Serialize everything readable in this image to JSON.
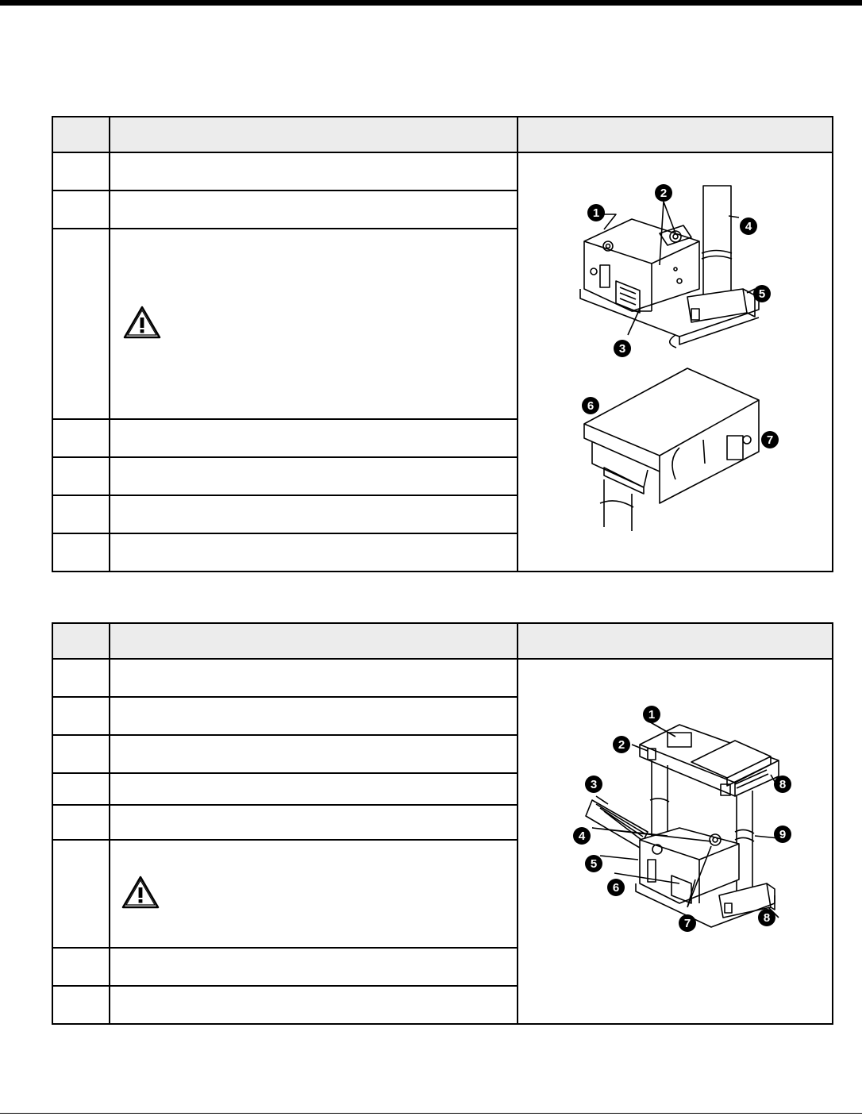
{
  "table1": {
    "header": {
      "step": "",
      "action": "",
      "illustration": ""
    },
    "rows": [
      {
        "num": "",
        "text": ""
      },
      {
        "num": "",
        "text": ""
      },
      {
        "num": "",
        "text": "",
        "warning_icon": "warning-triangle-icon"
      },
      {
        "num": "",
        "text": ""
      },
      {
        "num": "",
        "text": ""
      },
      {
        "num": "",
        "text": ""
      },
      {
        "num": "",
        "text": ""
      }
    ],
    "callouts": [
      "1",
      "2",
      "3",
      "4",
      "5",
      "6",
      "7"
    ]
  },
  "table2": {
    "header": {
      "step": "",
      "action": "",
      "illustration": ""
    },
    "rows": [
      {
        "num": "",
        "text": ""
      },
      {
        "num": "",
        "text": ""
      },
      {
        "num": "",
        "text": ""
      },
      {
        "num": "",
        "text": ""
      },
      {
        "num": "",
        "text": ""
      },
      {
        "num": "",
        "text": "",
        "warning_icon": "warning-triangle-icon"
      },
      {
        "num": "",
        "text": ""
      },
      {
        "num": "",
        "text": ""
      }
    ],
    "callouts": [
      "1",
      "2",
      "3",
      "4",
      "5",
      "6",
      "7",
      "8",
      "9"
    ]
  },
  "colors": {
    "header_bg": "#ececec",
    "border": "#000000",
    "callout_fill": "#000000"
  }
}
